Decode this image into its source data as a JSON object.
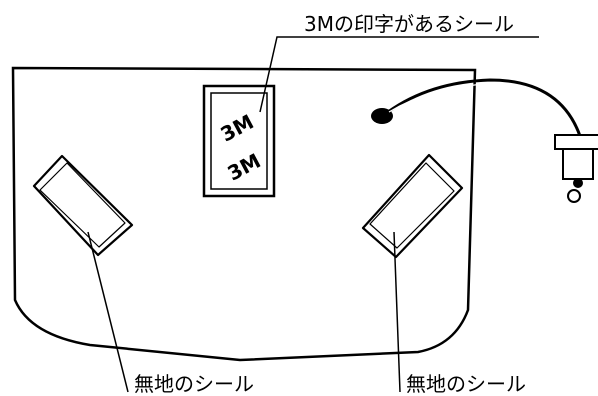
{
  "labels": {
    "top_seal": "3Mの印字があるシール",
    "left_pad": "無地のシール",
    "right_pad": "無地のシール"
  },
  "seal_print": {
    "line1": "3M",
    "line2": "3M"
  },
  "colors": {
    "stroke": "#000000",
    "background": "#ffffff"
  }
}
